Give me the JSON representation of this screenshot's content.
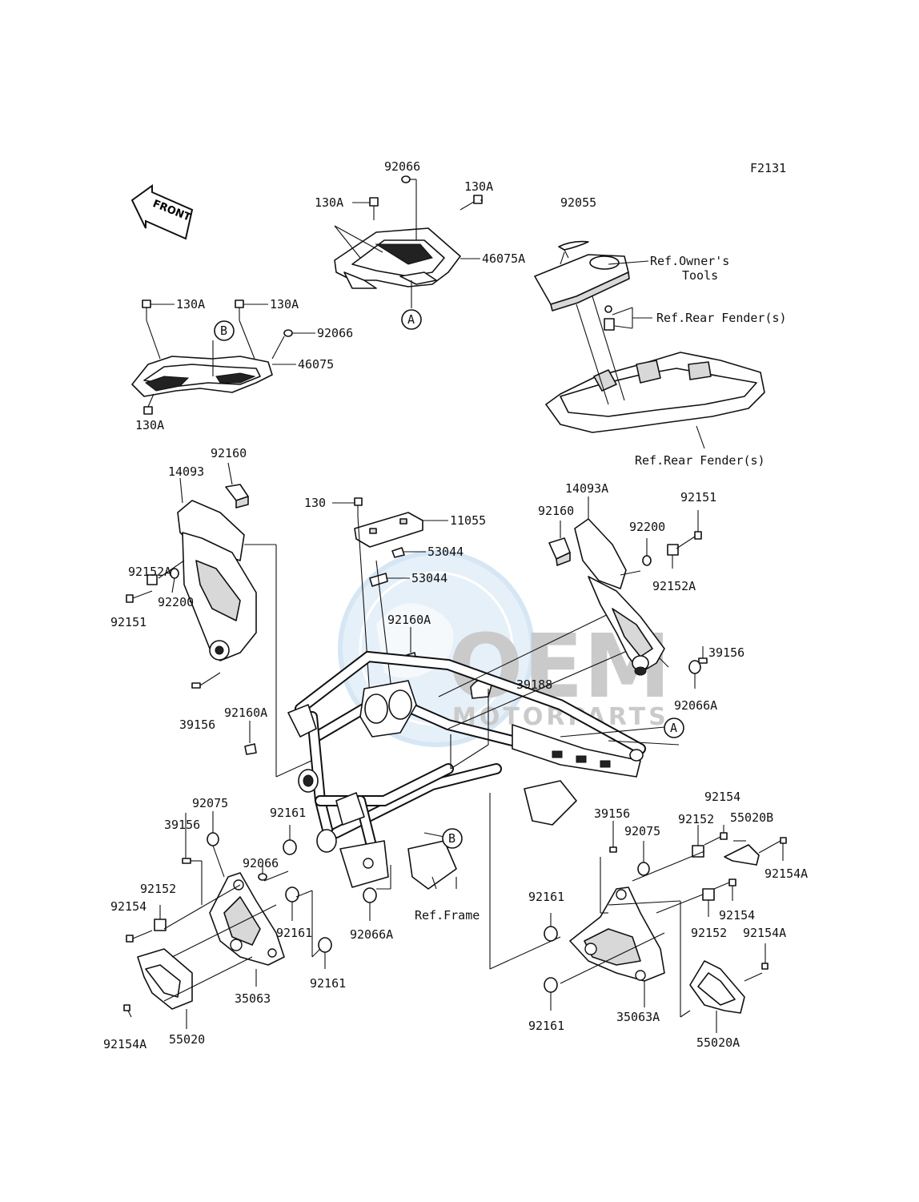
{
  "diagram_id": "F2131",
  "front_label": "FRONT",
  "watermark": {
    "brand": "OEM",
    "sub": "MOTORPARTS",
    "color": "#8ab8e0"
  },
  "callouts": {
    "A": "A",
    "B": "B"
  },
  "labels": {
    "p92066_top": "92066",
    "p130A_tl": "130A",
    "p130A_tr": "130A",
    "p46075A": "46075A",
    "p130A_l1": "130A",
    "p130A_l2": "130A",
    "p92066_l": "92066",
    "p46075": "46075",
    "p130A_l3": "130A",
    "p92055": "92055",
    "ref_owners_tools_1": "Ref.Owner's",
    "ref_owners_tools_2": "Tools",
    "ref_rear_fender_1": "Ref.Rear Fender(s)",
    "ref_rear_fender_2": "Ref.Rear Fender(s)",
    "p92160_l": "92160",
    "p14093": "14093",
    "p92152A_l": "92152A",
    "p92200_l": "92200",
    "p92151_l": "92151",
    "p39156_l": "39156",
    "p130": "130",
    "p11055": "11055",
    "p53044_a": "53044",
    "p53044_b": "53044",
    "p92160A_c": "92160A",
    "p39188": "39188",
    "p92160A_l": "92160A",
    "p14093A": "14093A",
    "p92160_r": "92160",
    "p92151_r": "92151",
    "p92200_r": "92200",
    "p92152A_r": "92152A",
    "p39156_r": "39156",
    "p92066A_r": "92066A",
    "p92161_c": "92161",
    "p92075_l": "92075",
    "p39156_ll": "39156",
    "p92066_c": "92066",
    "p92152_l": "92152",
    "p92154_l": "92154",
    "p92161_l1": "92161",
    "p92161_l2": "92161",
    "p35063": "35063",
    "p92066A_c": "92066A",
    "ref_frame": "Ref.Frame",
    "p92154A_ll": "92154A",
    "p55020": "55020",
    "p39156_rr": "39156",
    "p92075_r": "92075",
    "p92152_r1": "92152",
    "p92154_r1": "92154",
    "p55020B": "55020B",
    "p92154A_r1": "92154A",
    "p92161_r1": "92161",
    "p92154_r2": "92154",
    "p92152_r2": "92152",
    "p92154A_r2": "92154A",
    "p92161_r2": "92161",
    "p35063A": "35063A",
    "p55020A": "55020A"
  }
}
